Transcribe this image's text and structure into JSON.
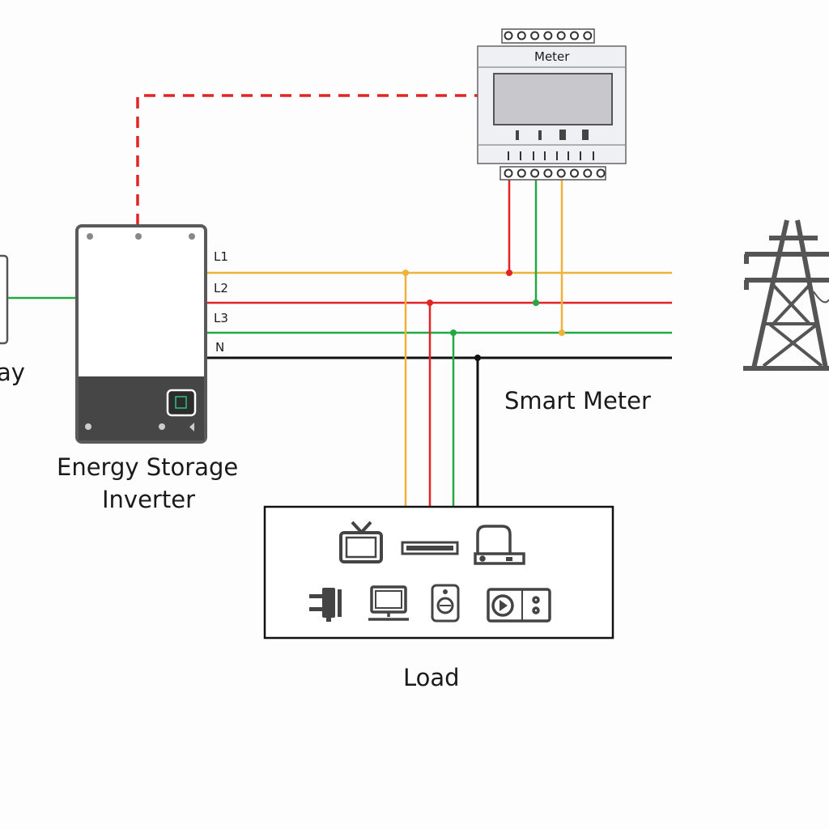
{
  "labels": {
    "gateway_partial": "ay",
    "inverter_line1": "Energy Storage",
    "inverter_line2": "Inverter",
    "meter_device": "Meter",
    "smart_meter": "Smart Meter",
    "load": "Load"
  },
  "lines": [
    "L1",
    "L2",
    "L3",
    "N"
  ],
  "colors": {
    "L1": "#f0b23a",
    "L2": "#e22424",
    "L3": "#22a844",
    "N": "#111111",
    "comm_link": "#e22424",
    "device_body": "#5a5a5a",
    "device_fill": "#ffffff",
    "device_panel": "#444444",
    "meter_screen": "#c8c8cc",
    "meter_body": "#eef0f4"
  },
  "icons": {
    "tower": "transmission-tower-icon",
    "load_icons": [
      "tv-icon",
      "soundbar-icon",
      "router-icon",
      "plug-icon",
      "computer-icon",
      "heater-icon",
      "washing-machine-icon"
    ]
  }
}
